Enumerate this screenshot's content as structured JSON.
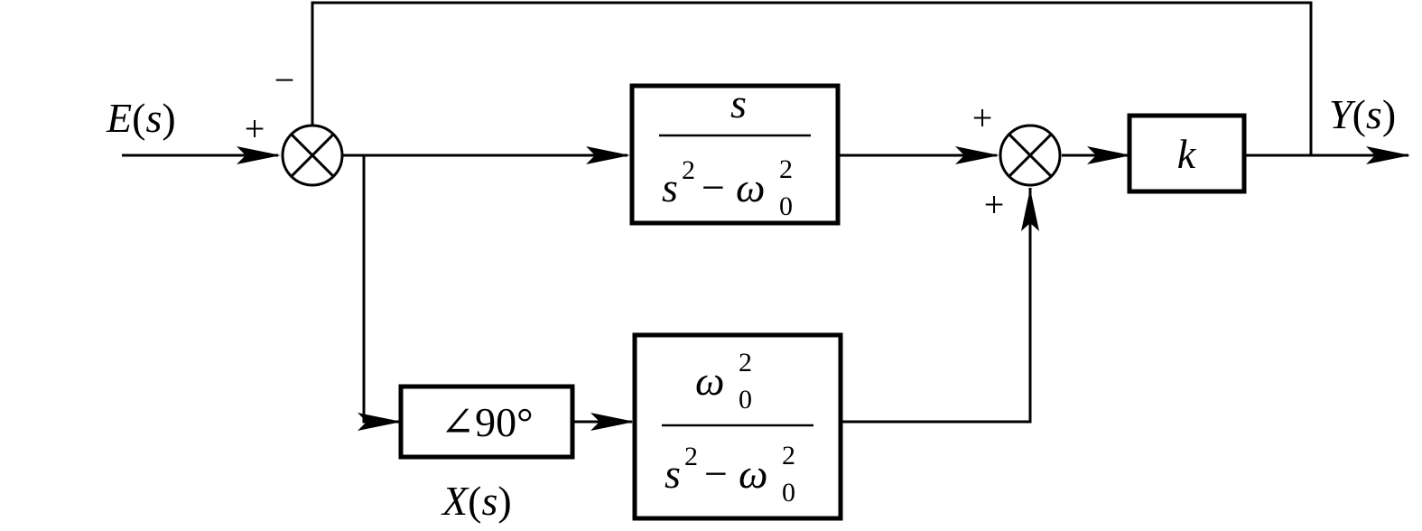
{
  "signals": {
    "input": {
      "name": "E",
      "arg": "s",
      "open": "(",
      "close": ")"
    },
    "output": {
      "name": "Y",
      "arg": "s",
      "open": "(",
      "close": ")"
    },
    "intermediate": {
      "name": "X",
      "arg": "s",
      "open": "(",
      "close": ")"
    }
  },
  "sum1": {
    "plus": "+",
    "minus": "−"
  },
  "sum2": {
    "plus_left": "+",
    "plus_bottom": "+"
  },
  "block_resonant": {
    "numerator": "s",
    "den_s": "s",
    "den_s_exp": "2",
    "den_minus": "−",
    "den_omega": "ω",
    "den_omega_exp": "2",
    "den_omega_sub": "0"
  },
  "block_shifted": {
    "num_omega": "ω",
    "num_omega_exp": "2",
    "num_omega_sub": "0",
    "den_s": "s",
    "den_s_exp": "2",
    "den_minus": "−",
    "den_omega": "ω",
    "den_omega_exp": "2",
    "den_omega_sub": "0"
  },
  "block_phase": {
    "angle_symbol": "∠",
    "value": "90",
    "unit": "°"
  },
  "block_gain": {
    "label": "k"
  }
}
